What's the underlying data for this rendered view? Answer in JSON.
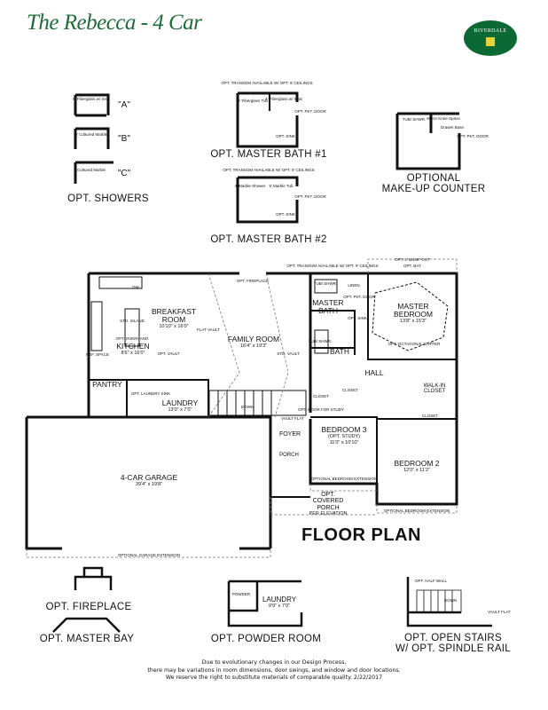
{
  "header": {
    "title": "The Rebecca - 4 Car",
    "logo_text": "RIVERDALE"
  },
  "options": {
    "showers": {
      "a": "\"A\"",
      "b": "\"B\"",
      "c": "\"C\"",
      "a_note": "5' Fiberglass w/ Seat",
      "b_note": "5' Cultured Marble",
      "c_note": "Cultured Marble",
      "caption": "OPT. SHOWERS"
    },
    "master_bath_1": {
      "caption": "OPT. MASTER BATH #1",
      "tub": "5' Fiberglass Tub",
      "shower": "4' Fiberglass w/ Seat",
      "transom": "OPT. TRANSOM AVAILABLE W/ OPT. 9' CEILINGS",
      "door": "OPT. PKT. DOOR",
      "sink": "OPT. SINK"
    },
    "master_bath_2": {
      "caption": "OPT. MASTER BATH #2",
      "shower": "4' Marble Shower",
      "tub": "5' Marble Tub",
      "transom": "OPT. TRANSOM AVAILABLE W/ OPT. 9' CEILINGS",
      "door": "OPT. PKT. DOOR",
      "sink": "OPT. SINK"
    },
    "makeup_counter": {
      "caption_1": "OPTIONAL",
      "caption_2": "MAKE-UP COUNTER",
      "tub": "TUB/ SHWR.",
      "mirror": "Mirror Knee Space",
      "drawer": "Drawer Base",
      "door": "OPT. PKT. DOOR"
    }
  },
  "plan": {
    "title": "FLOOR PLAN",
    "rooms": {
      "kitchen": {
        "name": "KITCHEN",
        "dim": "8'6\" x 16'0\""
      },
      "breakfast": {
        "name": "BREAKFAST ROOM",
        "dim": "10'10\" x 16'0\""
      },
      "family": {
        "name": "FAMILY ROOM",
        "dim": "16'4\" x 19'3\""
      },
      "pantry": {
        "name": "PANTRY"
      },
      "laundry": {
        "name": "LAUNDRY",
        "dim": "13'0\" x 7'0\""
      },
      "garage": {
        "name": "4-CAR GARAGE",
        "dim": "39'4\" x 19'8\""
      },
      "master_bath": {
        "name": "MASTER BATH"
      },
      "bath": {
        "name": "BATH"
      },
      "master_bedroom": {
        "name": "MASTER BEDROOM",
        "dim": "13'8\" x 15'3\""
      },
      "hall": {
        "name": "HALL"
      },
      "walkin": {
        "name": "WALK-IN CLOSET"
      },
      "bedroom3": {
        "name": "BEDROOM 3",
        "sub": "(OPT. STUDY)",
        "dim": "11'0\" x 10'10\""
      },
      "bedroom2": {
        "name": "BEDROOM 2",
        "dim": "12'0\" x 11'2\""
      },
      "foyer": {
        "name": "FOYER"
      },
      "porch": {
        "name": "PORCH"
      },
      "covered_porch": {
        "name": "OPT. COVERED PORCH",
        "sub": "PER ELEVATION"
      }
    },
    "notes": {
      "dw": "DW",
      "opt_fireplace": "OPT. FIREPLACE",
      "opt_vault": "OPT. VAULT",
      "std_vault": "STD. VAULT",
      "flat_vault": "FLAT VAULT",
      "vault_flat": "VAULT FLAT",
      "std_island": "STD. ISLAND",
      "opt_overhang": "OPT. OVERHANG",
      "ref_space": "REF. SPACE",
      "opt_laundry_sink": "OPT. LAUNDRY SINK",
      "down": "DOWN",
      "transom": "OPT. TRANSOM AVAILABLE W/ OPT. 9' CEILINGS",
      "bump_out": "OPT. 2' BUMP OUT",
      "opt_bay": "OPT. BAY",
      "linen": "LINEN",
      "tub_shwr": "TUB/ SHWR.",
      "opt_pkt_door": "OPT. PKT. DOOR",
      "opt_sink": "OPT. SINK",
      "octagonal": "OPT. OCTAGONAL COFFER",
      "closet": "CLOSET",
      "opt_door": "OPT. DOOR FOR STUDY",
      "bedroom_ext": "OPTIONAL BEDROOM EXTENSION",
      "garage_ext": "OPTIONAL GARAGE EXTENSION"
    }
  },
  "bottom_options": {
    "fireplace": "OPT. FIREPLACE",
    "master_bay": "OPT. MASTER BAY",
    "powder_room": "OPT. POWDER ROOM",
    "powder": "POWDER",
    "laundry": "LAUNDRY",
    "laundry_dim": "9'9\" x 7'0\"",
    "open_stairs_1": "OPT. OPEN STAIRS",
    "open_stairs_2": "W/ OPT. SPINDLE RAIL",
    "half_wall": "OPT. HALF WALL",
    "down": "DOWN",
    "vault_flat": "VAULT FLAT"
  },
  "disclaimer": {
    "line1": "Due to evolutionary changes in our Design Process,",
    "line2": "there may be variations in room dimensions, door swings, and window and door locations.",
    "line3": "We reserve the right to substitute materials of comparable quality. 2/22/2017"
  }
}
